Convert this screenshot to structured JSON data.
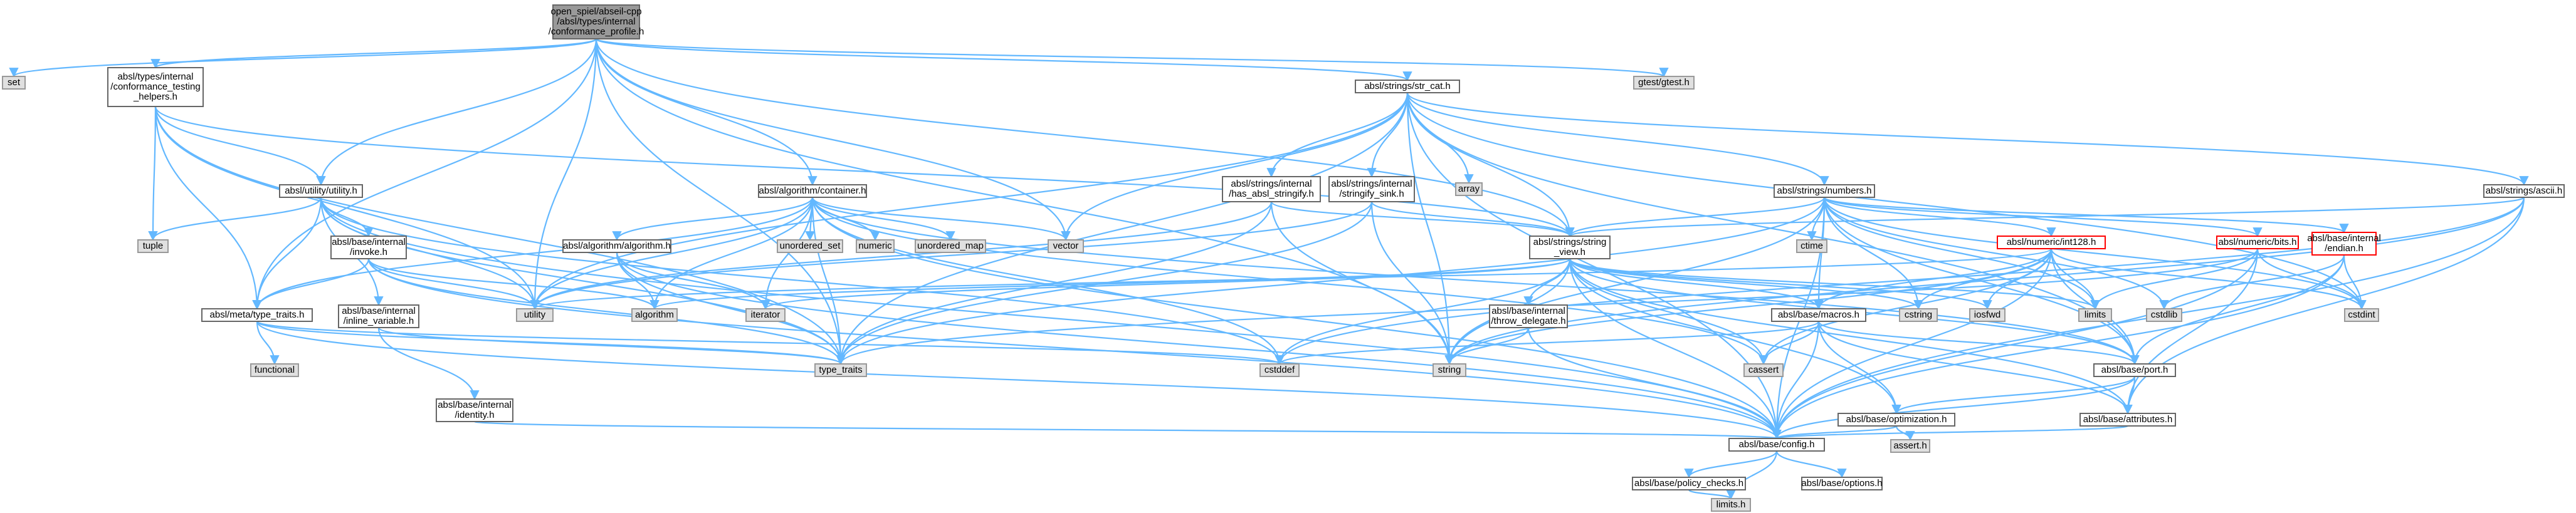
{
  "graph": {
    "nodes": [
      {
        "id": "root",
        "kind": "root",
        "lines": [
          "open_spiel/abseil-cpp",
          "/absl/types/internal",
          "/conformance_profile.h"
        ]
      },
      {
        "id": "set",
        "kind": "sys",
        "lines": [
          "set"
        ]
      },
      {
        "id": "conf_testing",
        "kind": "file",
        "lines": [
          "absl/types/internal",
          "/conformance_testing",
          "_helpers.h"
        ]
      },
      {
        "id": "str_cat",
        "kind": "file",
        "lines": [
          "absl/strings/str_cat.h"
        ]
      },
      {
        "id": "gtest",
        "kind": "sys",
        "lines": [
          "gtest/gtest.h"
        ]
      },
      {
        "id": "utility_h",
        "kind": "file",
        "lines": [
          "absl/utility/utility.h"
        ]
      },
      {
        "id": "container",
        "kind": "file",
        "lines": [
          "absl/algorithm/container.h"
        ]
      },
      {
        "id": "has_stringify",
        "kind": "file",
        "lines": [
          "absl/strings/internal",
          "/has_absl_stringify.h"
        ]
      },
      {
        "id": "stringify_sink",
        "kind": "file",
        "lines": [
          "absl/strings/internal",
          "/stringify_sink.h"
        ]
      },
      {
        "id": "array",
        "kind": "sys",
        "lines": [
          "array"
        ]
      },
      {
        "id": "numbers",
        "kind": "file",
        "lines": [
          "absl/strings/numbers.h"
        ]
      },
      {
        "id": "ascii",
        "kind": "file",
        "lines": [
          "absl/strings/ascii.h"
        ]
      },
      {
        "id": "tuple",
        "kind": "sys",
        "lines": [
          "tuple"
        ]
      },
      {
        "id": "invoke",
        "kind": "file",
        "lines": [
          "absl/base/internal",
          "/invoke.h"
        ]
      },
      {
        "id": "algorithm_h",
        "kind": "file",
        "lines": [
          "absl/algorithm/algorithm.h"
        ]
      },
      {
        "id": "unordered_set",
        "kind": "sys",
        "lines": [
          "unordered_set"
        ]
      },
      {
        "id": "numeric",
        "kind": "sys",
        "lines": [
          "numeric"
        ]
      },
      {
        "id": "unordered_map",
        "kind": "sys",
        "lines": [
          "unordered_map"
        ]
      },
      {
        "id": "vector",
        "kind": "sys",
        "lines": [
          "vector"
        ]
      },
      {
        "id": "string_view",
        "kind": "file",
        "lines": [
          "absl/strings/string",
          "_view.h"
        ]
      },
      {
        "id": "ctime",
        "kind": "sys",
        "lines": [
          "ctime"
        ]
      },
      {
        "id": "int128",
        "kind": "red",
        "lines": [
          "absl/numeric/int128.h"
        ]
      },
      {
        "id": "bits",
        "kind": "red",
        "lines": [
          "absl/numeric/bits.h"
        ]
      },
      {
        "id": "endian",
        "kind": "red",
        "lines": [
          "absl/base/internal",
          "/endian.h"
        ]
      },
      {
        "id": "type_traits_h",
        "kind": "file",
        "lines": [
          "absl/meta/type_traits.h"
        ]
      },
      {
        "id": "inline_variable",
        "kind": "file",
        "lines": [
          "absl/base/internal",
          "/inline_variable.h"
        ]
      },
      {
        "id": "utility",
        "kind": "sys",
        "lines": [
          "utility"
        ]
      },
      {
        "id": "algorithm",
        "kind": "sys",
        "lines": [
          "algorithm"
        ]
      },
      {
        "id": "iterator",
        "kind": "sys",
        "lines": [
          "iterator"
        ]
      },
      {
        "id": "throw_delegate",
        "kind": "file",
        "lines": [
          "absl/base/internal",
          "/throw_delegate.h"
        ]
      },
      {
        "id": "macros",
        "kind": "file",
        "lines": [
          "absl/base/macros.h"
        ]
      },
      {
        "id": "cstring",
        "kind": "sys",
        "lines": [
          "cstring"
        ]
      },
      {
        "id": "iosfwd",
        "kind": "sys",
        "lines": [
          "iosfwd"
        ]
      },
      {
        "id": "limits",
        "kind": "sys",
        "lines": [
          "limits"
        ]
      },
      {
        "id": "cstdlib",
        "kind": "sys",
        "lines": [
          "cstdlib"
        ]
      },
      {
        "id": "cstdint",
        "kind": "sys",
        "lines": [
          "cstdint"
        ]
      },
      {
        "id": "functional",
        "kind": "sys",
        "lines": [
          "functional"
        ]
      },
      {
        "id": "type_traits",
        "kind": "sys",
        "lines": [
          "type_traits"
        ]
      },
      {
        "id": "cstddef",
        "kind": "sys",
        "lines": [
          "cstddef"
        ]
      },
      {
        "id": "string",
        "kind": "sys",
        "lines": [
          "string"
        ]
      },
      {
        "id": "cassert",
        "kind": "sys",
        "lines": [
          "cassert"
        ]
      },
      {
        "id": "port",
        "kind": "file",
        "lines": [
          "absl/base/port.h"
        ]
      },
      {
        "id": "identity",
        "kind": "file",
        "lines": [
          "absl/base/internal",
          "/identity.h"
        ]
      },
      {
        "id": "optimization",
        "kind": "file",
        "lines": [
          "absl/base/optimization.h"
        ]
      },
      {
        "id": "attributes",
        "kind": "file",
        "lines": [
          "absl/base/attributes.h"
        ]
      },
      {
        "id": "assert_h",
        "kind": "sys",
        "lines": [
          "assert.h"
        ]
      },
      {
        "id": "config",
        "kind": "file",
        "lines": [
          "absl/base/config.h"
        ]
      },
      {
        "id": "policy_checks",
        "kind": "file",
        "lines": [
          "absl/base/policy_checks.h"
        ]
      },
      {
        "id": "options",
        "kind": "file",
        "lines": [
          "absl/base/options.h"
        ]
      },
      {
        "id": "limits_h",
        "kind": "sys",
        "lines": [
          "limits.h"
        ]
      }
    ]
  }
}
